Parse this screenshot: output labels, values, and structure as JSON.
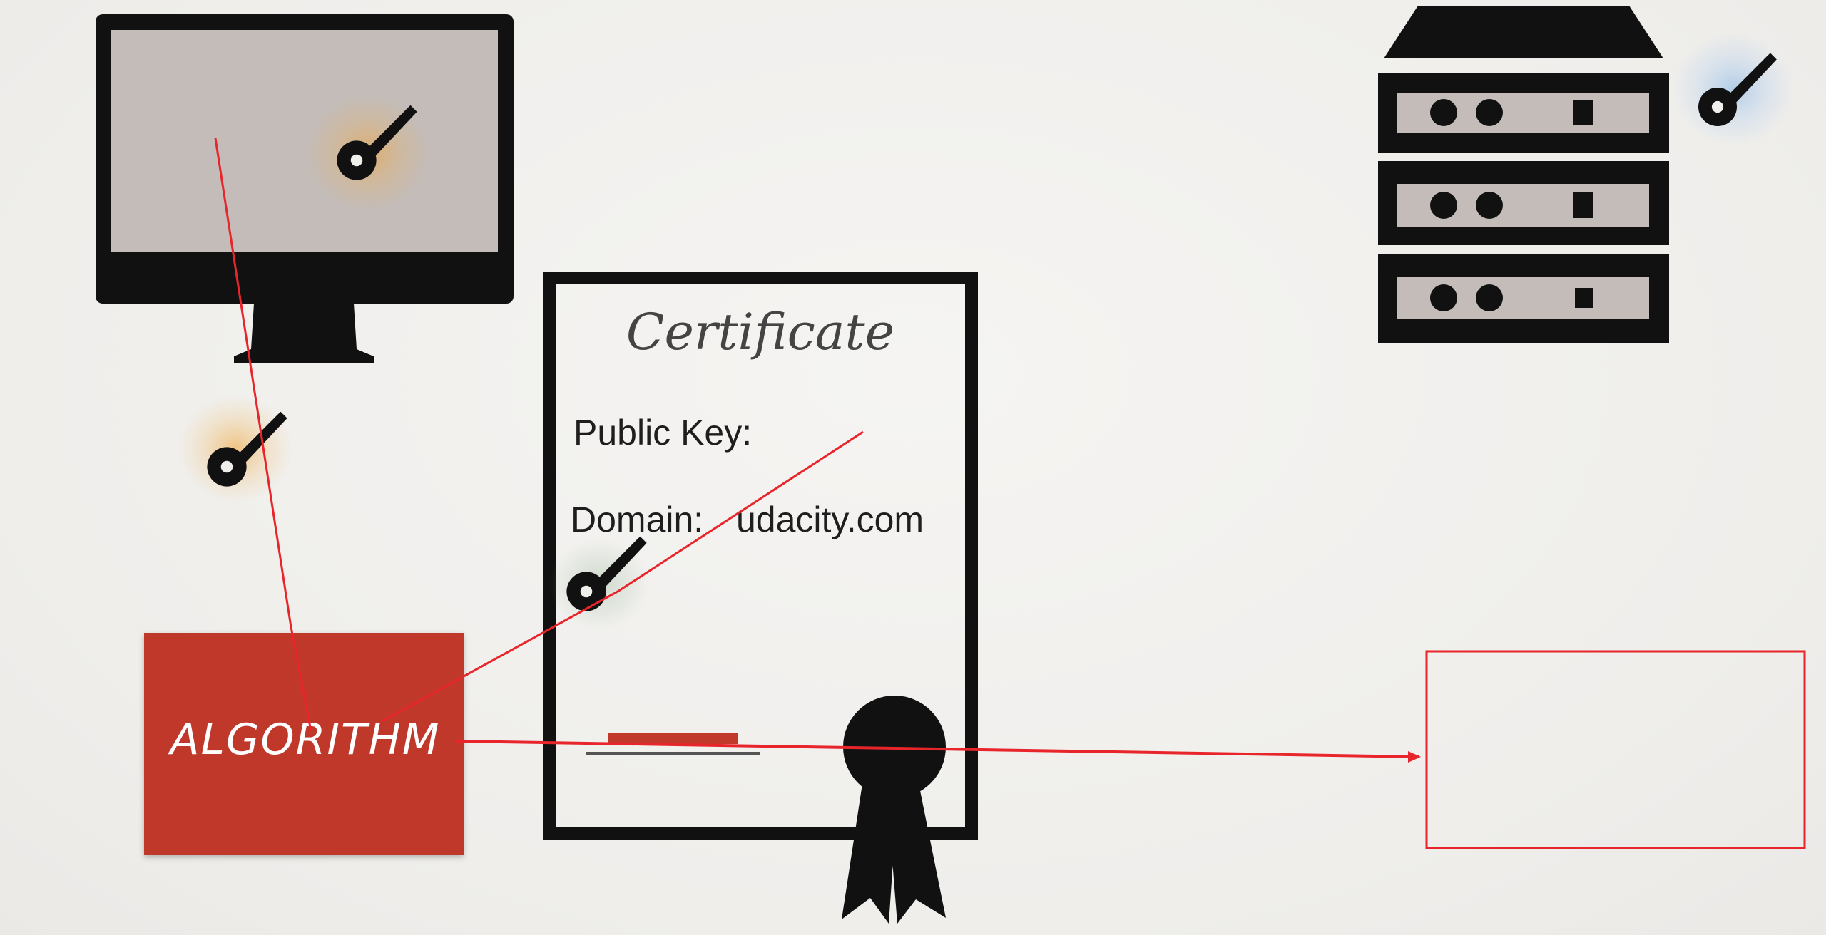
{
  "certificate": {
    "title": "Certificate",
    "public_key_label": "Public Key:",
    "domain_label": "Domain:",
    "domain_value": "udacity.com"
  },
  "algorithm": {
    "label": "ALGORITHM"
  },
  "icons": [
    "monitor-icon",
    "server-icon",
    "key-icon",
    "seal-ribbon-icon"
  ],
  "colors": {
    "algorithm_fill": "#c0392b",
    "annotation_line": "#e8252b",
    "key_glow_orange": "#f0a030",
    "key_glow_blue": "#8ab8e8",
    "screen": "#c4bcb8"
  }
}
